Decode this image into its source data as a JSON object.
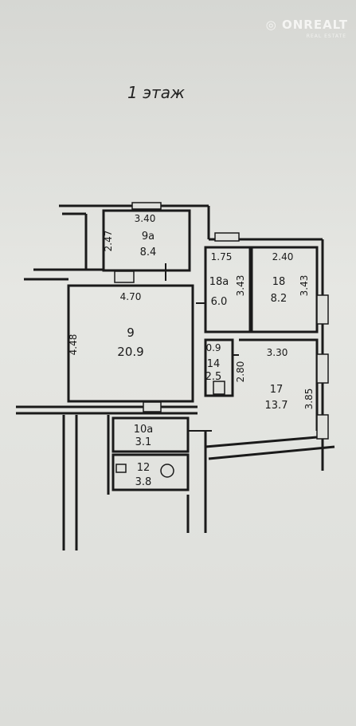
{
  "watermark": {
    "brand": "ONREALT",
    "sub": "REAL ESTATE"
  },
  "title": "1 этаж",
  "rooms": [
    {
      "id": "9a",
      "area": "8.4"
    },
    {
      "id": "9",
      "area": "20.9"
    },
    {
      "id": "18a",
      "area": "6.0"
    },
    {
      "id": "18",
      "area": "8.2"
    },
    {
      "id": "14",
      "area": "2.5"
    },
    {
      "id": "17",
      "area": "13.7"
    },
    {
      "id": "10a",
      "area": "3.1"
    },
    {
      "id": "12",
      "area": "3.8"
    }
  ],
  "dimensions": {
    "d_340": "3.40",
    "d_247": "2.47",
    "d_470": "4.70",
    "d_448": "4.48",
    "d_175": "1.75",
    "d_240": "2.40",
    "d_343a": "3.43",
    "d_343b": "3.43",
    "d_09": "0.9",
    "d_330": "3.30",
    "d_280": "2.80",
    "d_385": "3.85"
  }
}
